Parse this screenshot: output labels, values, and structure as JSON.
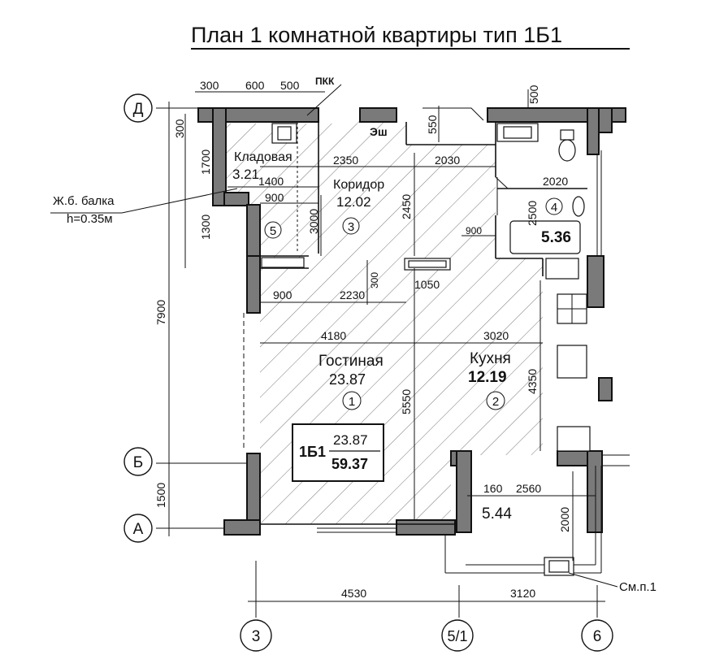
{
  "title": "План 1 комнатной квартиры тип 1Б1",
  "axes": {
    "d": "Д",
    "b": "Б",
    "a": "А",
    "n3": "3",
    "n51": "5/1",
    "n6": "6"
  },
  "dims": {
    "d300a": "300",
    "d600": "600",
    "d500a": "500",
    "pkk": "ПКК",
    "d500b": "500",
    "d300b": "300",
    "d1700": "1700",
    "d1300": "1300",
    "d7900": "7900",
    "d1500": "1500",
    "d550": "550",
    "esh": "Эш",
    "d2350": "2350",
    "d2030": "2030",
    "d1400": "1400",
    "d900a": "900",
    "d3000": "3000",
    "d2450": "2450",
    "d2020": "2020",
    "d2500": "2500",
    "d900b": "900",
    "d300c": "300",
    "d1050": "1050",
    "d900c": "900",
    "d2230": "2230",
    "d4180": "4180",
    "d3020": "3020",
    "d5550": "5550",
    "d4350": "4350",
    "d160": "160",
    "d2560": "2560",
    "d2000": "2000",
    "d4530": "4530",
    "d3120": "3120"
  },
  "labels": {
    "beam": "Ж.б. балка",
    "beam_h": "h=0.35м",
    "smp": "См.п.1"
  },
  "rooms": {
    "storage_name": "Кладовая",
    "storage_area": "3.21",
    "storage_num": "5",
    "corridor_name": "Коридор",
    "corridor_area": "12.02",
    "corridor_num": "3",
    "bath_area": "5.36",
    "bath_num": "4",
    "living_name": "Гостиная",
    "living_area": "23.87",
    "living_num": "1",
    "kitchen_name": "Кухня",
    "kitchen_area": "12.19",
    "kitchen_num": "2",
    "loggia_area": "5.44"
  },
  "summary": {
    "type": "1Б1",
    "living_area": "23.87",
    "total_area": "59.37"
  }
}
